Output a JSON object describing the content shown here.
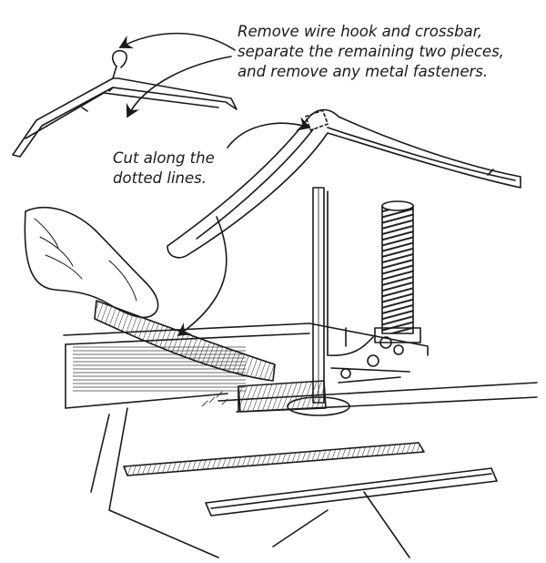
{
  "captions": {
    "step1": {
      "line1": "Remove wire hook and crossbar,",
      "line2": "separate the remaining two pieces,",
      "line3": "and remove any metal fasteners."
    },
    "step2": {
      "line1": "Cut along the",
      "line2": "dotted lines."
    }
  },
  "colors": {
    "ink": "#1a1a1a",
    "paper": "#ffffff"
  }
}
